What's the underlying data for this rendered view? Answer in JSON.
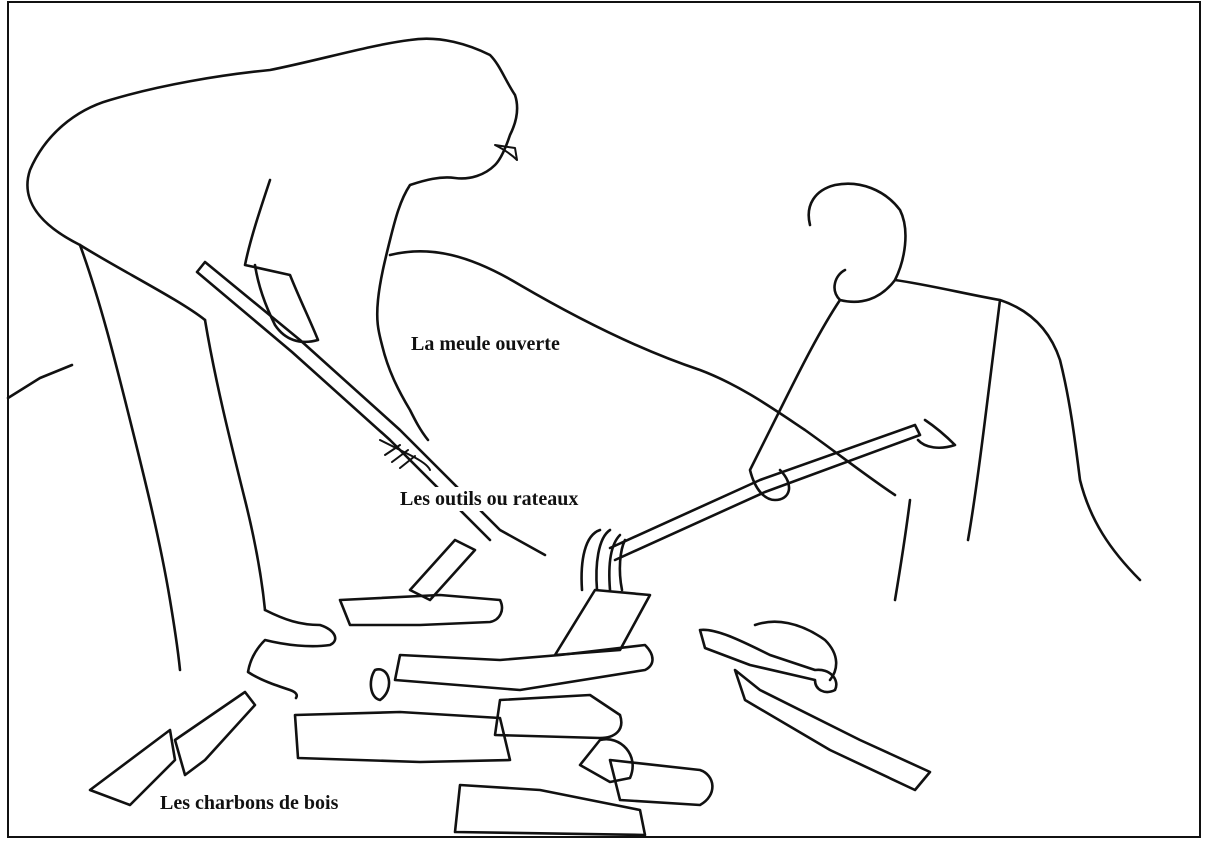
{
  "labels": {
    "meule": "La meule ouverte",
    "outils": "Les outils ou rateaux",
    "charbons": "Les charbons de bois"
  }
}
